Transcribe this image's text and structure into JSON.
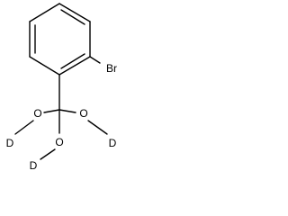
{
  "structure": {
    "substituent": "Br",
    "oxygen": "O",
    "deuterium": "D"
  },
  "colors": {
    "background": "#ffffff",
    "ink": "#000000"
  }
}
